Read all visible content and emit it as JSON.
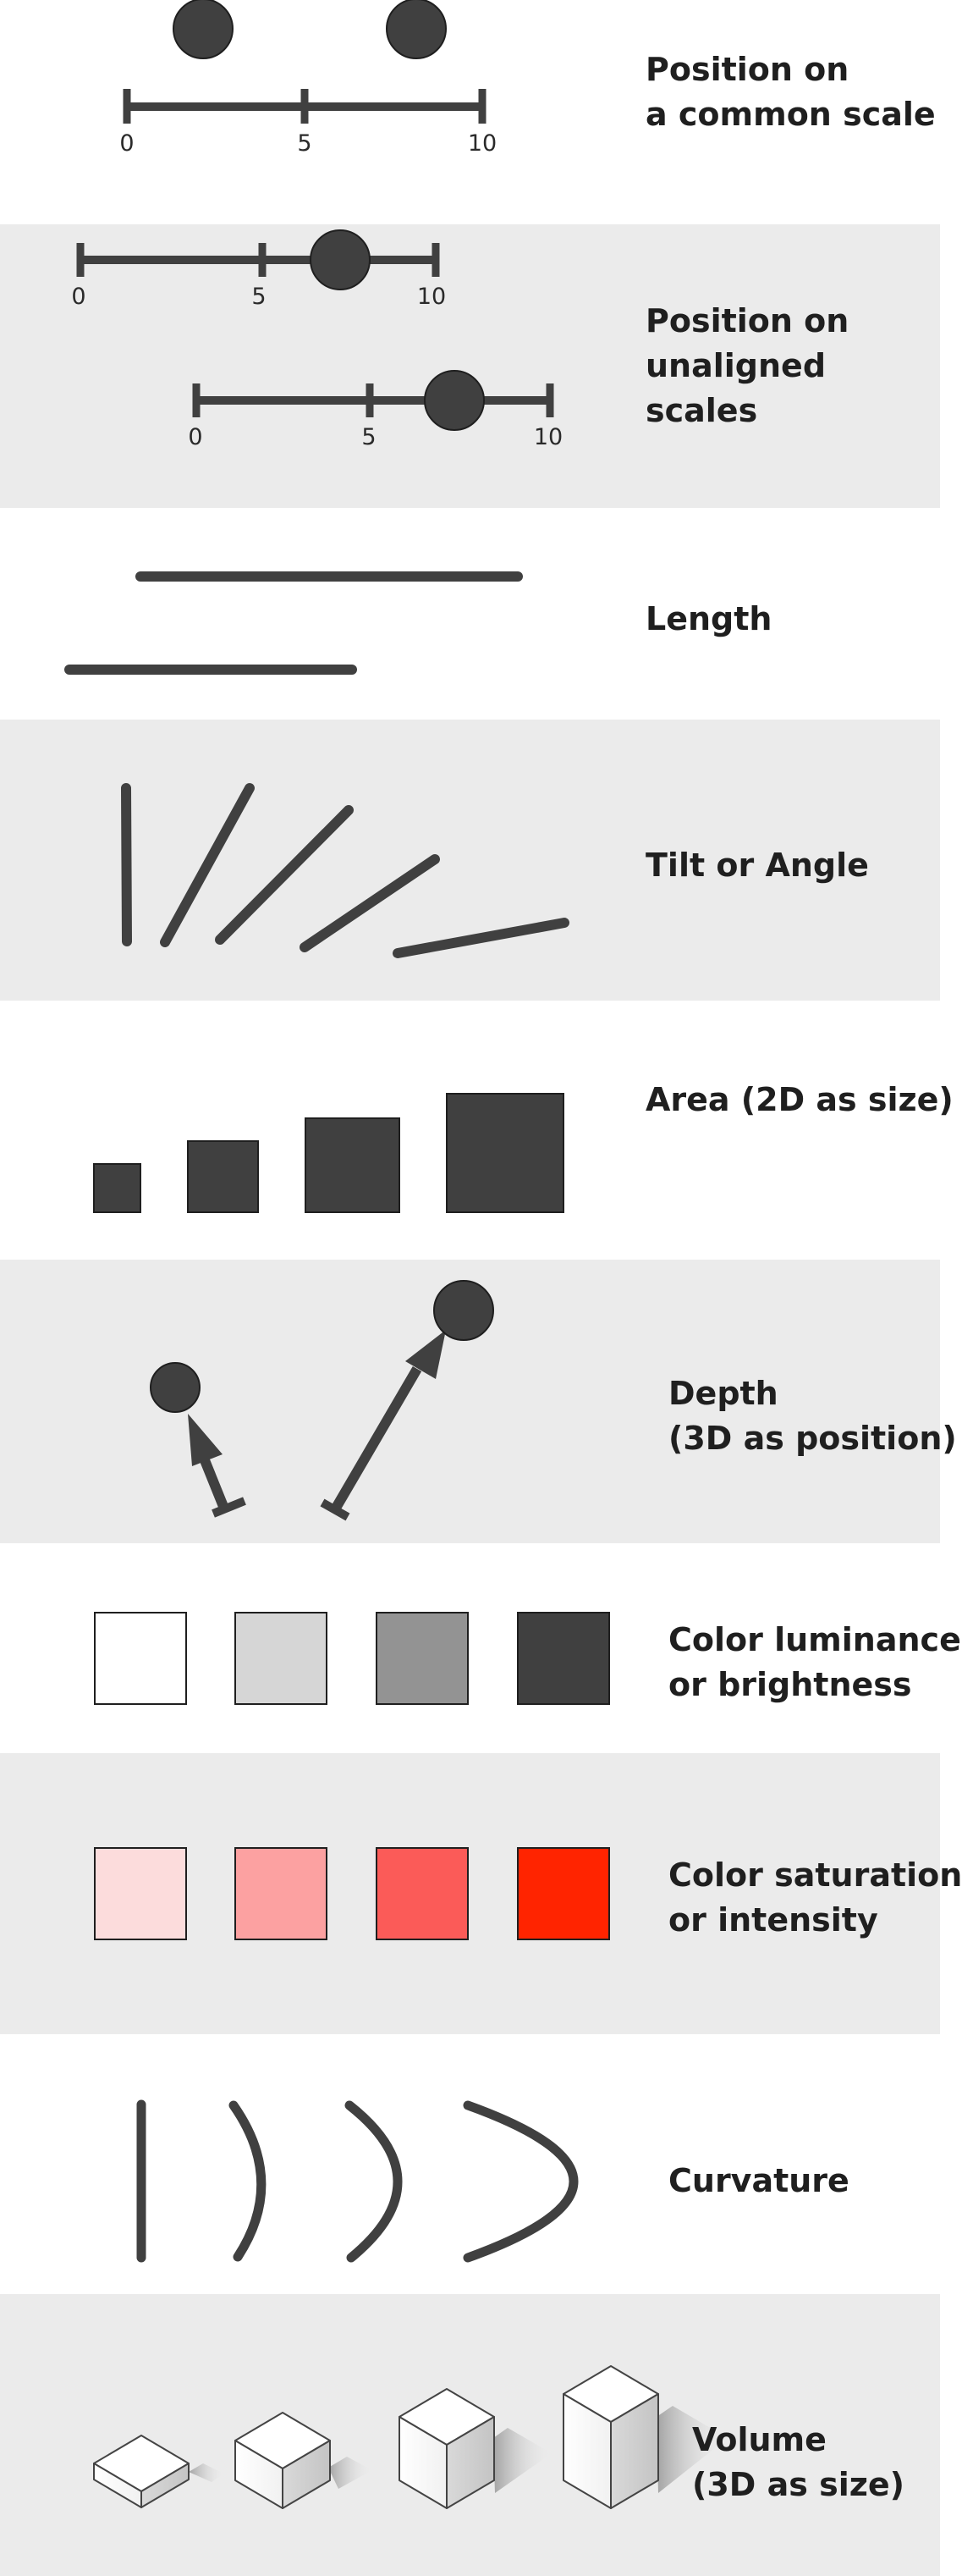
{
  "encodings": [
    {
      "label_lines": [
        "Position on",
        "a common scale"
      ],
      "scale_ticks": [
        "0",
        "5",
        "10"
      ]
    },
    {
      "label_lines": [
        "Position on",
        "unaligned",
        "scales"
      ],
      "scale_ticks": [
        "0",
        "5",
        "10"
      ]
    },
    {
      "label_lines": [
        "Length"
      ]
    },
    {
      "label_lines": [
        "Tilt or Angle"
      ]
    },
    {
      "label_lines": [
        "Area (2D as size)"
      ]
    },
    {
      "label_lines": [
        "Depth",
        "(3D as position)"
      ]
    },
    {
      "label_lines": [
        "Color luminance",
        "or brightness"
      ],
      "swatches": [
        "#ffffff",
        "#d6d6d6",
        "#939393",
        "#404040"
      ]
    },
    {
      "label_lines": [
        "Color saturation",
        "or intensity"
      ],
      "swatches": [
        "#fcdcdc",
        "#fca1a1",
        "#fb5b58",
        "#ff2400"
      ]
    },
    {
      "label_lines": [
        "Curvature"
      ]
    },
    {
      "label_lines": [
        "Volume",
        "(3D as size)"
      ]
    }
  ],
  "colors": {
    "mark": "#404040",
    "band_grey": "#ebebeb",
    "label": "#1f1f1f"
  }
}
